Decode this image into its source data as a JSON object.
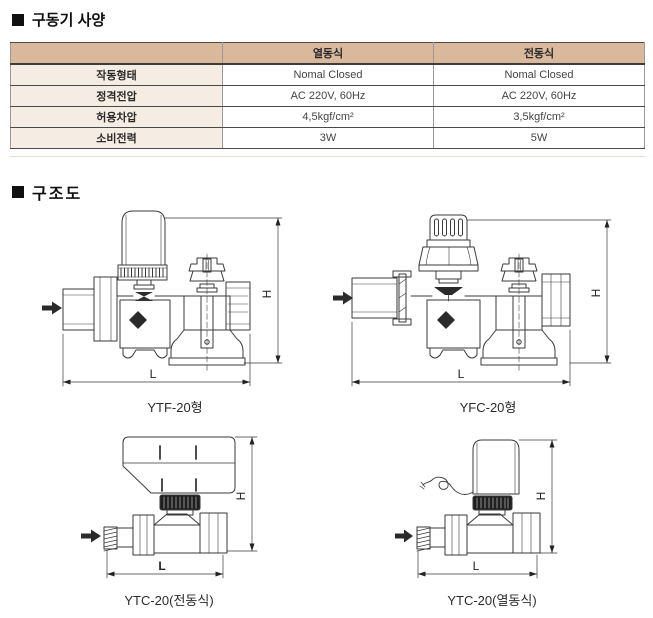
{
  "sections": {
    "actuator_spec_title": "구동기 사양",
    "structure_title": "구조도"
  },
  "spec_table": {
    "headers": [
      "",
      "열동식",
      "전동식"
    ],
    "rows": [
      {
        "label": "작동형태",
        "values": [
          "Nomal Closed",
          "Nomal Closed"
        ]
      },
      {
        "label": "정격전압",
        "values": [
          "AC 220V, 60Hz",
          "AC 220V, 60Hz"
        ]
      },
      {
        "label": "허용차압",
        "values": [
          "4,5kgf/cm²",
          "3,5kgf/cm²"
        ]
      },
      {
        "label": "소비전력",
        "values": [
          "3W",
          "5W"
        ]
      }
    ]
  },
  "figures": [
    {
      "id": "ytf-20",
      "caption": "YTF-20형",
      "dims": {
        "h": "H",
        "l": "L"
      }
    },
    {
      "id": "yfc-20",
      "caption": "YFC-20형",
      "dims": {
        "h": "H",
        "l": "L"
      }
    },
    {
      "id": "ytc-20-electric",
      "caption": "YTC-20(전동식)",
      "dims": {
        "h": "H",
        "l": "L"
      }
    },
    {
      "id": "ytc-20-thermal",
      "caption": "YTC-20(열동식)",
      "dims": {
        "h": "H",
        "l": "L"
      }
    }
  ],
  "colors": {
    "table_header_bg": "#d9b89c",
    "table_label_bg": "#f5ece3",
    "table_border_dark": "#4a4a4a",
    "table_border_light": "#9a9a9a",
    "accent_underline": "#ecd9c9",
    "drawing_stroke": "#3a3a3a",
    "drawing_fill_dark": "#2a2a2a"
  }
}
